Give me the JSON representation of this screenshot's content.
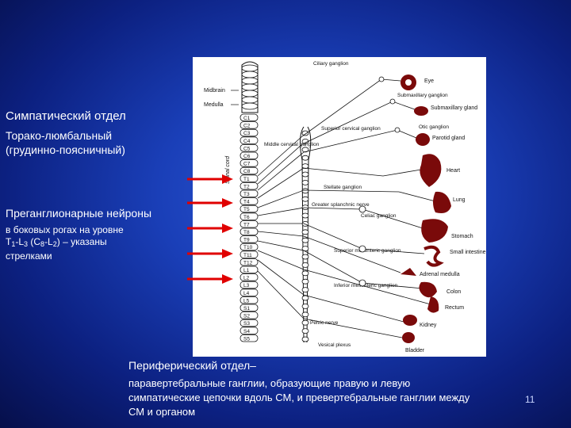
{
  "sympathetic": {
    "title": "Симпатический отдел",
    "subtitle_1": "Торако-люмбальный",
    "subtitle_2": "(грудинно-поясничный)"
  },
  "preganglionic": {
    "title": "Преганглионарные нейроны",
    "desc_line1": "в боковых рогах на уровне",
    "t": "Т",
    "t_sub": "1",
    "l_mid": "-L",
    "l_sub": "3",
    "c_open": " (C",
    "c_sub": "8",
    "l2": "-L",
    "l2_sub": "2",
    "close": ") – указаны",
    "desc_line3": "стрелками"
  },
  "peripheral": {
    "title": "Периферический отдел–",
    "desc": "паравертебральные ганглии, образующие правую и левую симпатические цепочки вдоль СМ, и превертебральные ганглии между СМ и органом"
  },
  "page_number": "11",
  "diagram": {
    "brain_labels": [
      "Midbrain",
      "Medulla"
    ],
    "cord_label": "Spinal cord",
    "segments": [
      "C1",
      "C2",
      "C3",
      "C4",
      "C5",
      "C6",
      "C7",
      "C8",
      "T1",
      "T2",
      "T3",
      "T4",
      "T5",
      "T6",
      "T7",
      "T8",
      "T9",
      "T10",
      "T11",
      "T12",
      "L1",
      "L2",
      "L3",
      "L4",
      "L5",
      "S1",
      "S2",
      "S3",
      "S4",
      "S5"
    ],
    "ganglia": {
      "ciliary": "Ciliary ganglion",
      "submaxillary": "Submaxillary ganglion",
      "otic": "Otic ganglion",
      "superior_cervical": "Superior cervical ganglion",
      "middle_cervical": "Middle cervical ganglion",
      "stellate": "Stellate ganglion",
      "greater_splanchnic": "Greater splanchnic nerve",
      "celiac": "Celiac ganglion",
      "superior_mesenteric": "Superior mesenteric ganglion",
      "inferior_mesenteric": "Inferior mesenteric ganglion",
      "pelvic": "Pelvic nerve",
      "vesical": "Vesical plexus"
    },
    "organs": [
      "Eye",
      "Submaxillary gland",
      "Parotid gland",
      "Heart",
      "Lung",
      "Stomach",
      "Small intestine",
      "Adrenal medulla",
      "Colon",
      "Rectum",
      "Kidney",
      "Bladder"
    ]
  },
  "colors": {
    "arrow": "#e00000",
    "organ": "#7a0a0a",
    "text": "#ffffff"
  }
}
